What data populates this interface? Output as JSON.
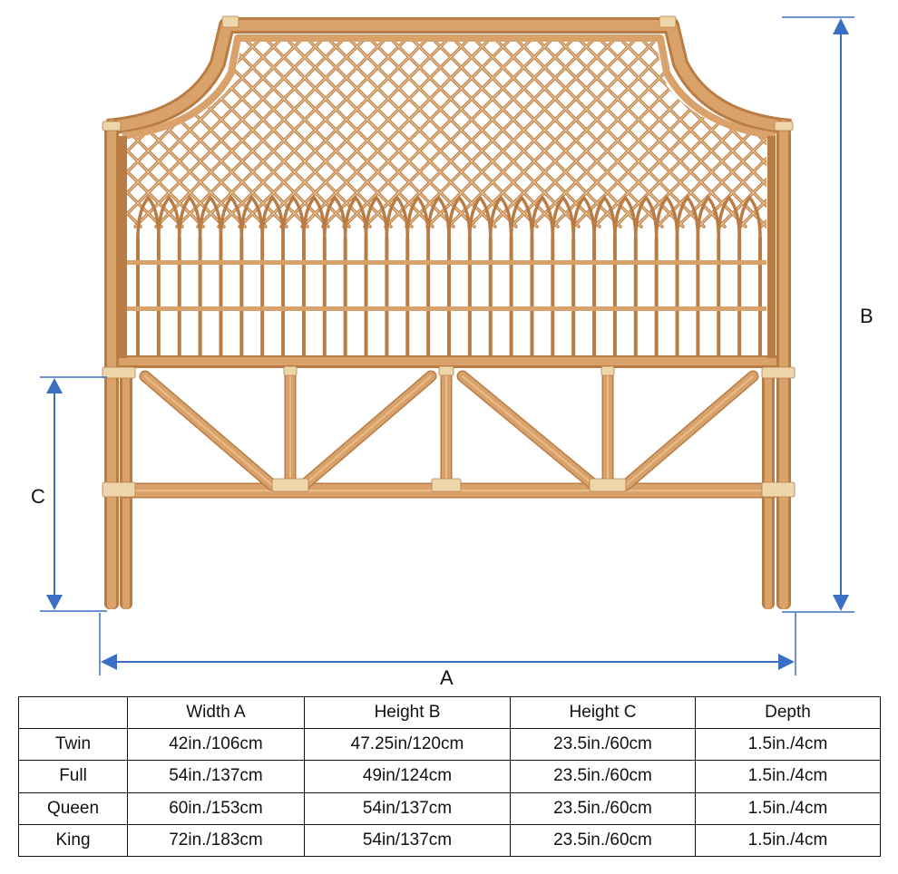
{
  "diagram": {
    "dimension_labels": {
      "width": "A",
      "height_total": "B",
      "height_legs": "C"
    },
    "colors": {
      "rattan": "#d9a26a",
      "rattan_dark": "#b97c45",
      "rattan_light": "#e8bd8c",
      "binding": "#ecd6aa",
      "dimension_line": "#3a6fc4"
    },
    "product_icon": "rattan-headboard"
  },
  "table": {
    "headers": [
      "",
      "Width A",
      "Height B",
      "Height C",
      "Depth"
    ],
    "rows": [
      {
        "size": "Twin",
        "width_a": "42in./106cm",
        "height_b": "47.25in/120cm",
        "height_c": "23.5in./60cm",
        "depth": "1.5in./4cm"
      },
      {
        "size": "Full",
        "width_a": "54in./137cm",
        "height_b": "49in/124cm",
        "height_c": "23.5in./60cm",
        "depth": "1.5in./4cm"
      },
      {
        "size": "Queen",
        "width_a": "60in./153cm",
        "height_b": "54in/137cm",
        "height_c": "23.5in./60cm",
        "depth": "1.5in./4cm"
      },
      {
        "size": "King",
        "width_a": "72in./183cm",
        "height_b": "54in/137cm",
        "height_c": "23.5in./60cm",
        "depth": "1.5in./4cm"
      }
    ]
  }
}
